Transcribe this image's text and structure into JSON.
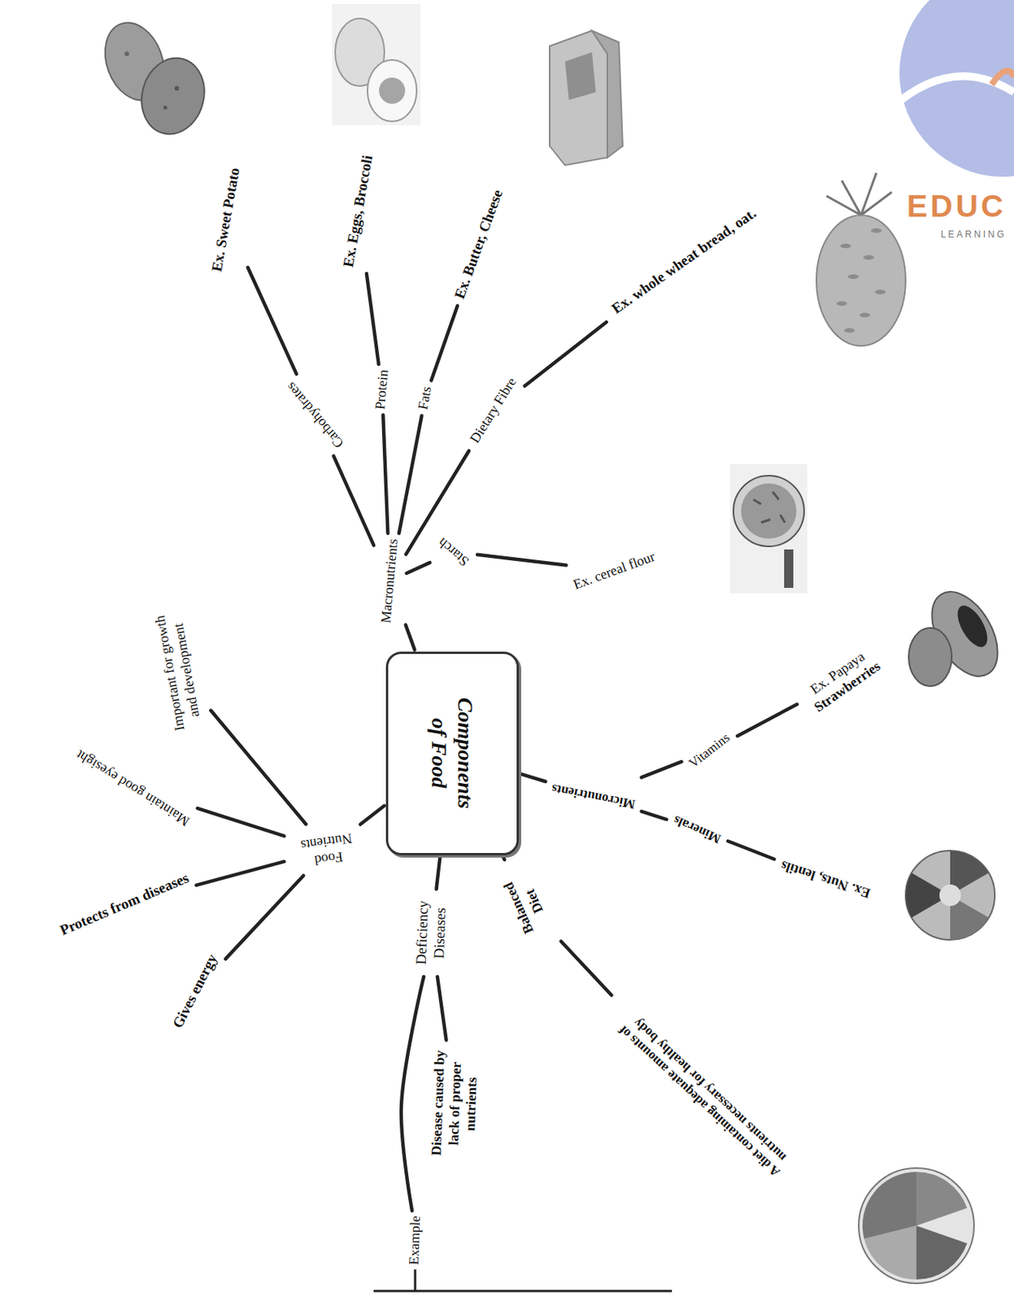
{
  "diagram": {
    "nodes": [
      {
        "text": [
          "Components of Food"
        ]
      },
      {
        "text": [
          "Macronutrients"
        ]
      },
      {
        "text": [
          "Carbohydrates"
        ]
      },
      {
        "text": [
          "Protein"
        ]
      },
      {
        "text": [
          "Fats"
        ]
      },
      {
        "text": [
          "Dietary Fibre"
        ]
      },
      {
        "text": [
          "Starch"
        ]
      },
      {
        "text": [
          "Ex. Sweet Potato"
        ]
      },
      {
        "text": [
          "Ex. Eggs, Broccoli"
        ]
      },
      {
        "text": [
          "Ex. Butter, Cheese"
        ]
      },
      {
        "text": [
          "Ex. whole wheat bread, oat."
        ]
      },
      {
        "text": [
          "Ex. cereal flour"
        ]
      },
      {
        "text": [
          "Micronutrients"
        ]
      },
      {
        "text": [
          "Vitamins"
        ]
      },
      {
        "text": [
          "Ex. Papaya",
          "Strawberries"
        ]
      },
      {
        "text": [
          "Minerals"
        ]
      },
      {
        "text": [
          "Ex. Nuts, lentils"
        ]
      },
      {
        "text": [
          "Balanced Diet"
        ]
      },
      {
        "text": [
          "A diet containing adequate amounts of nutrients necessary for healthy body"
        ]
      },
      {
        "text": [
          "Deficiency Diseases"
        ]
      },
      {
        "text": [
          "Disease caused by lack of proper nutrients"
        ]
      },
      {
        "text": [
          "Example"
        ]
      },
      {
        "text": [
          "Food Nutrients"
        ]
      },
      {
        "text": [
          "Important for growth and development"
        ]
      },
      {
        "text": [
          "Maintain good eyesight"
        ]
      },
      {
        "text": [
          "Protects from diseases"
        ]
      },
      {
        "text": [
          "Gives energy"
        ]
      }
    ],
    "edges": [
      {
        "from": 0,
        "to": 1,
        "arrow": "none"
      },
      {
        "from": 1,
        "to": 2,
        "arrow": "none"
      },
      {
        "from": 1,
        "to": 3,
        "arrow": "none"
      },
      {
        "from": 1,
        "to": 4,
        "arrow": "none"
      },
      {
        "from": 1,
        "to": 5,
        "arrow": "none"
      },
      {
        "from": 1,
        "to": 6,
        "arrow": "none"
      },
      {
        "from": 2,
        "to": 7,
        "arrow": "none"
      },
      {
        "from": 3,
        "to": 8,
        "arrow": "none"
      },
      {
        "from": 4,
        "to": 9,
        "arrow": "none"
      },
      {
        "from": 5,
        "to": 10,
        "arrow": "none"
      },
      {
        "from": 6,
        "to": 11,
        "arrow": "none"
      },
      {
        "from": 0,
        "to": 12,
        "arrow": "none"
      },
      {
        "from": 12,
        "to": 13,
        "arrow": "none"
      },
      {
        "from": 13,
        "to": 14,
        "arrow": "none"
      },
      {
        "from": 12,
        "to": 15,
        "arrow": "none"
      },
      {
        "from": 15,
        "to": 16,
        "arrow": "none"
      },
      {
        "from": 0,
        "to": 17,
        "arrow": "none"
      },
      {
        "from": 17,
        "to": 18,
        "arrow": "none"
      },
      {
        "from": 0,
        "to": 19,
        "arrow": "none"
      },
      {
        "from": 19,
        "to": 20,
        "arrow": "none"
      },
      {
        "from": 19,
        "to": 21,
        "arrow": "none"
      },
      {
        "from": 0,
        "to": 22,
        "arrow": "none"
      },
      {
        "from": 22,
        "to": 23,
        "arrow": "none"
      },
      {
        "from": 22,
        "to": 24,
        "arrow": "none"
      },
      {
        "from": 22,
        "to": 25,
        "arrow": "none"
      },
      {
        "from": 22,
        "to": 26,
        "arrow": "none"
      }
    ],
    "labels": [
      "EDUC",
      "LEARNING"
    ]
  }
}
